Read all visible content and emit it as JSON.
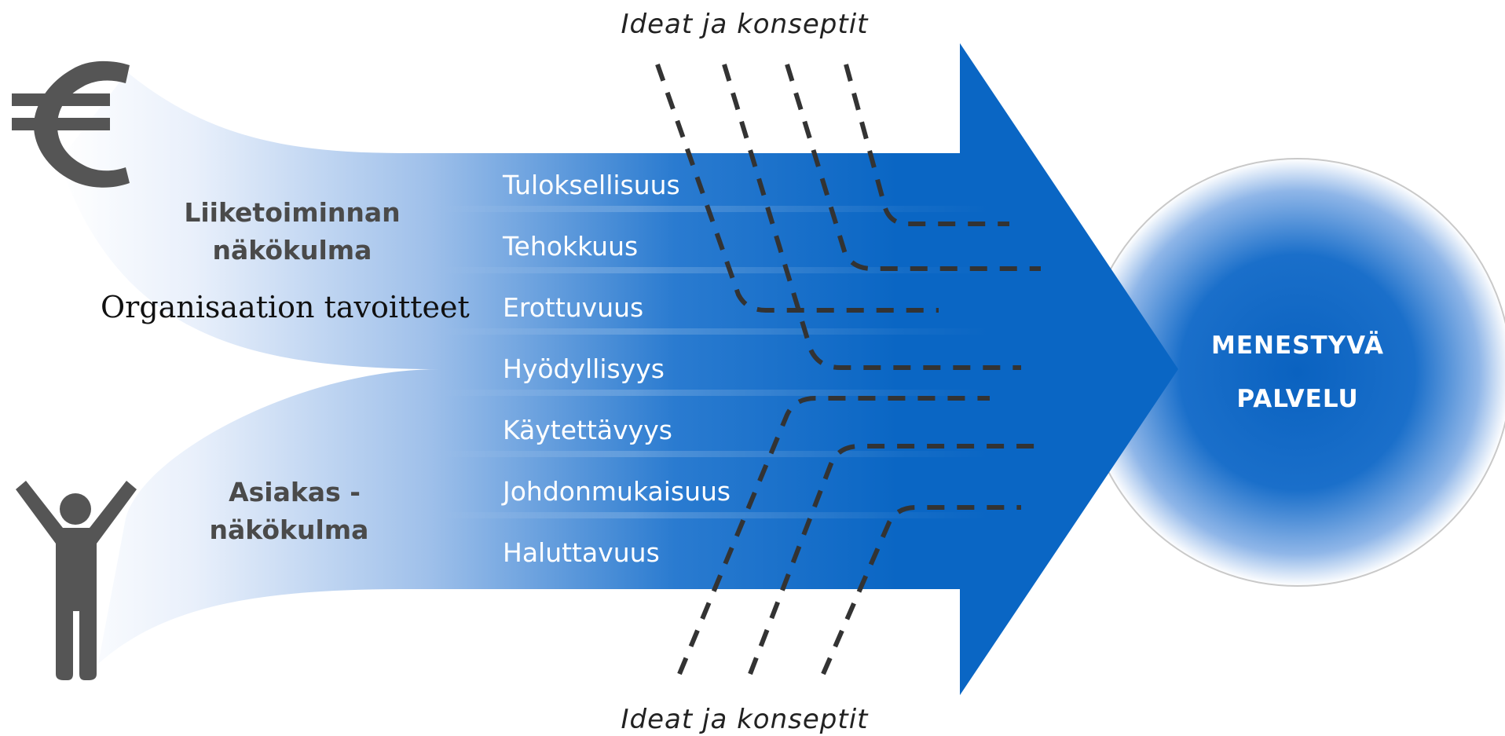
{
  "ideas_top": "Ideat ja konseptit",
  "ideas_bottom": "Ideat ja konseptit",
  "business_perspective": [
    "Liiketoiminnan",
    "näkökulma"
  ],
  "organization_goals": "Organisaation tavoitteet",
  "customer_perspective": [
    "Asiakas -",
    "näkökulma"
  ],
  "qualities": [
    "Tuloksellisuus",
    "Tehokkuus",
    "Erottuvuus",
    "Hyödyllisyys",
    "Käytettävyys",
    "Johdonmukaisuus",
    "Haluttavuus"
  ],
  "result": [
    "MENESTYVÄ",
    "PALVELU"
  ],
  "icons": {
    "business": "euro-icon",
    "customer": "person-icon"
  },
  "colors": {
    "arrow": "#0a66c4",
    "fade": "#e9f0fb",
    "icon": "#555555",
    "dashes": "#333333"
  }
}
